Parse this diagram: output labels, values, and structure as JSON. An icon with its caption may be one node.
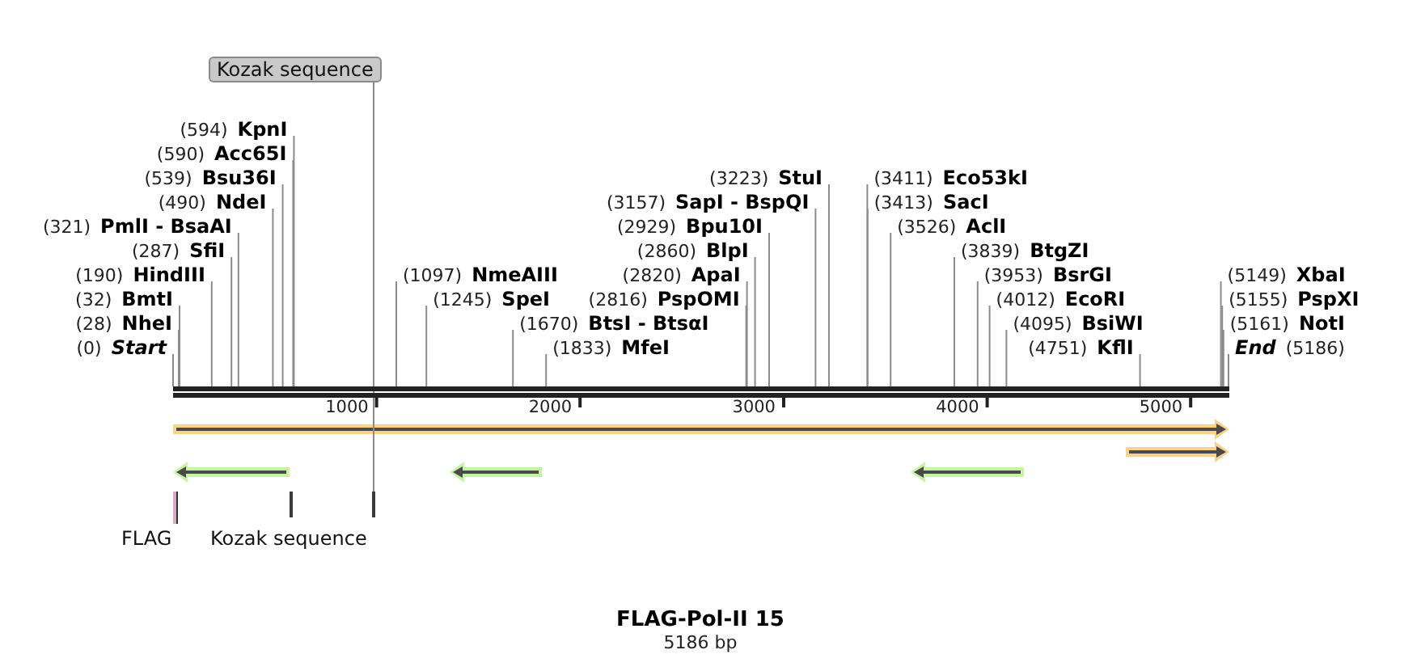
{
  "diagram": {
    "title": "FLAG-Pol-II 15",
    "caption": "5186 bp",
    "nodes": [
      {
        "text": [
          "Kozak sequence"
        ]
      },
      {
        "text": [
          "(594)",
          "KpnI"
        ]
      },
      {
        "text": [
          "(590)",
          "Acc65I"
        ]
      },
      {
        "text": [
          "(2929)",
          "Bpu10I"
        ]
      },
      {
        "text": [
          "(4012)",
          "EcoRI"
        ]
      },
      {
        "text": [
          "(539)",
          "Bsu36I"
        ]
      },
      {
        "text": [
          "(2860)",
          "BlpI"
        ]
      },
      {
        "text": [
          "(3953)",
          "BsrGI"
        ]
      },
      {
        "text": [
          "(490)",
          "NdeI"
        ]
      },
      {
        "text": [
          "(2820)",
          "ApaI"
        ]
      },
      {
        "text": [
          "(2816)",
          "PspOMI"
        ]
      },
      {
        "text": [
          "(3839)",
          "BtgZI"
        ]
      },
      {
        "text": [
          "(321)",
          "PmlI - BsaAI"
        ]
      },
      {
        "text": [
          "(1833)",
          "MfeI"
        ]
      },
      {
        "text": [
          "(5161)",
          "NotI"
        ]
      },
      {
        "text": [
          "(287)",
          "SfiI"
        ]
      },
      {
        "text": [
          "(3526)",
          "AclI"
        ]
      },
      {
        "text": [
          "(5155)",
          "PspXI"
        ]
      },
      {
        "text": [
          "(190)",
          "HindIII"
        ]
      },
      {
        "text": [
          "(1670)",
          "BtsI - BtsαI"
        ]
      },
      {
        "text": [
          "(3413)",
          "SacI"
        ]
      },
      {
        "text": [
          "(5149)",
          "XbaI"
        ]
      },
      {
        "text": [
          "(3411)",
          "Eco53kI"
        ]
      },
      {
        "text": [
          "(32)",
          "BmtI"
        ]
      },
      {
        "text": [
          "(1245)",
          "SpeI"
        ]
      },
      {
        "text": [
          "(3223)",
          "StuI"
        ]
      },
      {
        "text": [
          "(4751)",
          "KflI"
        ]
      },
      {
        "text": [
          "(28)",
          "NheI"
        ]
      },
      {
        "text": [
          "(0)",
          "Start"
        ]
      },
      {
        "text": [
          "(1097)",
          "NmeAIII"
        ]
      },
      {
        "text": [
          "(3157)",
          "SapI - BspQI"
        ]
      },
      {
        "text": [
          "(4095)",
          "BsiWI"
        ]
      },
      {
        "text": [
          "End",
          "(5186)"
        ]
      },
      {
        "text": [],
        "shape": "line"
      },
      {
        "text": [],
        "shape": "box",
        "beside": [
          "FLAG"
        ]
      },
      {
        "text": [],
        "shape": "bar",
        "beside": [
          "Kozak sequence"
        ]
      },
      {
        "text": [],
        "shape": "bar"
      }
    ],
    "edges": [
      {
        "from": 0,
        "to": 36,
        "arrow": "none"
      },
      {
        "from": 1,
        "to": 33,
        "arrow": "none"
      },
      {
        "from": 2,
        "to": 33,
        "arrow": "none"
      },
      {
        "from": 3,
        "to": 33,
        "arrow": "none"
      },
      {
        "from": 4,
        "to": 33,
        "arrow": "none"
      },
      {
        "from": 5,
        "to": 33,
        "arrow": "none"
      },
      {
        "from": 6,
        "to": 33,
        "arrow": "none"
      },
      {
        "from": 7,
        "to": 33,
        "arrow": "none"
      },
      {
        "from": 8,
        "to": 33,
        "arrow": "none"
      },
      {
        "from": 9,
        "to": 33,
        "arrow": "none"
      },
      {
        "from": 10,
        "to": 33,
        "arrow": "none"
      },
      {
        "from": 11,
        "to": 33,
        "arrow": "none"
      },
      {
        "from": 12,
        "to": 33,
        "arrow": "none"
      },
      {
        "from": 13,
        "to": 33,
        "arrow": "none"
      },
      {
        "from": 14,
        "to": 33,
        "arrow": "none"
      },
      {
        "from": 15,
        "to": 33,
        "arrow": "none"
      },
      {
        "from": 16,
        "to": 33,
        "arrow": "none"
      },
      {
        "from": 17,
        "to": 33,
        "arrow": "none"
      },
      {
        "from": 18,
        "to": 33,
        "arrow": "none"
      },
      {
        "from": 19,
        "to": 33,
        "arrow": "none"
      },
      {
        "from": 20,
        "to": 33,
        "arrow": "none"
      },
      {
        "from": 21,
        "to": 33,
        "arrow": "none"
      },
      {
        "from": 22,
        "to": 33,
        "arrow": "none"
      },
      {
        "from": 23,
        "to": 33,
        "arrow": "none"
      },
      {
        "from": 24,
        "to": 33,
        "arrow": "none"
      },
      {
        "from": 25,
        "to": 33,
        "arrow": "none"
      },
      {
        "from": 26,
        "to": 33,
        "arrow": "none"
      },
      {
        "from": 27,
        "to": 33,
        "arrow": "none"
      },
      {
        "from": 28,
        "to": 33,
        "arrow": "none"
      },
      {
        "from": 29,
        "to": 33,
        "arrow": "none"
      },
      {
        "from": 30,
        "to": 33,
        "arrow": "none"
      },
      {
        "from": 31,
        "to": 33,
        "arrow": "none"
      },
      {
        "from": 32,
        "to": 33,
        "arrow": "none"
      }
    ],
    "labels": [
      "1000",
      "2000",
      "3000",
      "4000",
      "5000"
    ]
  }
}
